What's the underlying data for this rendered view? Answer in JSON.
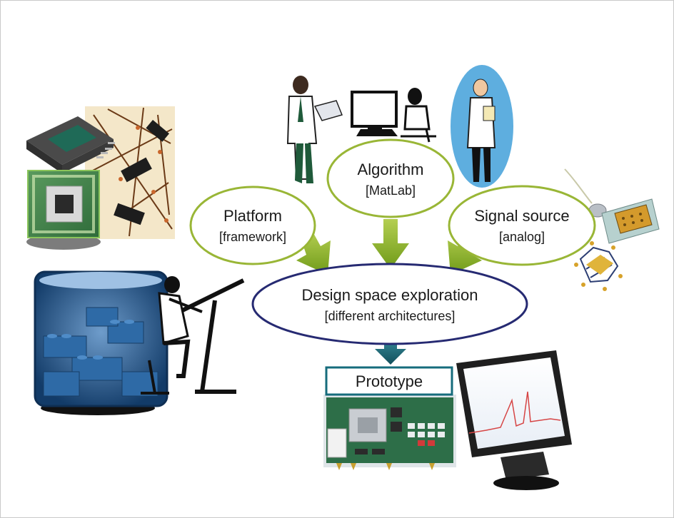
{
  "nodes": {
    "platform": {
      "title": "Platform",
      "subtitle": "[framework]"
    },
    "algorithm": {
      "title": "Algorithm",
      "subtitle": "[MatLab]"
    },
    "signal": {
      "title": "Signal source",
      "subtitle": "[analog]"
    },
    "dse": {
      "title": "Design space exploration",
      "subtitle": "[different architectures]"
    },
    "prototype": {
      "title": "Prototype"
    }
  },
  "colors": {
    "green_border": "#99b636",
    "navy_border": "#262a72",
    "teal_border": "#166c7c",
    "arrow_green": "#86ad22",
    "arrow_teal": "#1c6b7a"
  },
  "clipart": [
    "chips-components-clipart",
    "doctor-clipart",
    "computer-user-clipart",
    "scientist-clipart",
    "sensor-chips-clipart",
    "lego-designer-clipart",
    "dev-board-photo",
    "monitor-photo"
  ]
}
